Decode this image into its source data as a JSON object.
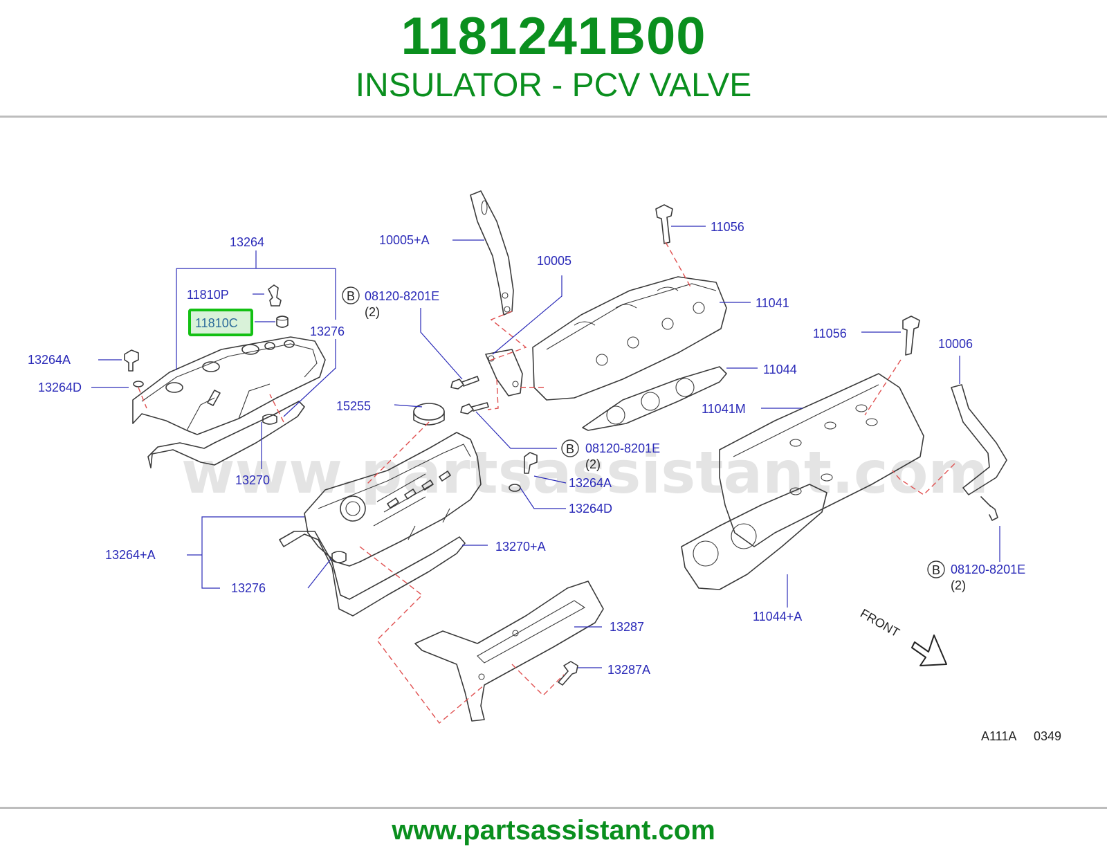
{
  "header": {
    "part_number": "1181241B00",
    "part_name": "INSULATOR - PCV VALVE"
  },
  "footer": {
    "url": "www.partsassistant.com"
  },
  "watermark": "www.partsassistant.com",
  "colors": {
    "title_green": "#0a8f1e",
    "label_blue": "#2a2ab8",
    "highlight_green": "#13c013",
    "highlight_fill": "#d9f2d9",
    "dash_red": "#e05050"
  },
  "labels": {
    "l_13264": "13264",
    "l_11810P": "11810P",
    "l_11810C": "11810C",
    "l_13276_top": "13276",
    "l_13264A_left": "13264A",
    "l_13264D_left": "13264D",
    "l_13270": "13270",
    "l_10005A": "10005+A",
    "l_10005": "10005",
    "l_08120_1": "08120-8201E",
    "l_08120_1_qty": "(2)",
    "l_15255": "15255",
    "l_08120_2": "08120-8201E",
    "l_08120_2_qty": "(2)",
    "l_13264A_mid": "13264A",
    "l_13264D_mid": "13264D",
    "l_13264_plus_A": "13264+A",
    "l_13276_bot": "13276",
    "l_13270A": "13270+A",
    "l_13287": "13287",
    "l_13287A": "13287A",
    "l_11056_top": "11056",
    "l_11041": "11041",
    "l_11044": "11044",
    "l_11056_mid": "11056",
    "l_11041M": "11041M",
    "l_10006": "10006",
    "l_08120_3": "08120-8201E",
    "l_08120_3_qty": "(2)",
    "l_11044A": "11044+A",
    "front": "FRONT",
    "ref_code": "A111A",
    "ref_num": "0349",
    "b_marker": "B"
  }
}
